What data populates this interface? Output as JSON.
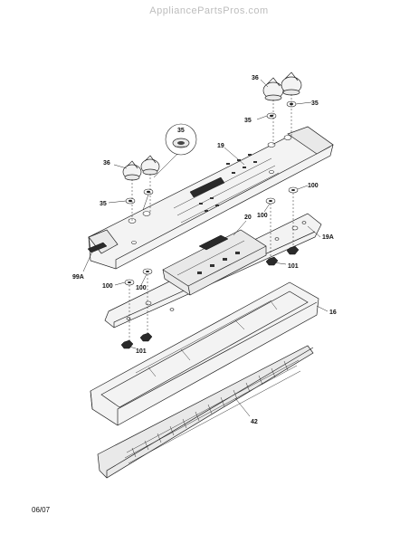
{
  "watermark": "AppliancePartsPros.com",
  "date_code": "06/07",
  "callouts": {
    "c19": "19",
    "c19a": "19A",
    "c20": "20",
    "c16": "16",
    "c42": "42",
    "c99a": "99A",
    "c35_inset": "35",
    "c35_left": "35",
    "c35_right": "35",
    "c35_right2": "35",
    "c36_left": "36",
    "c36_right": "36",
    "c100_a": "100",
    "c100_b": "100",
    "c100_c": "100",
    "c100_d": "100",
    "c101_a": "101",
    "c101_b": "101"
  }
}
